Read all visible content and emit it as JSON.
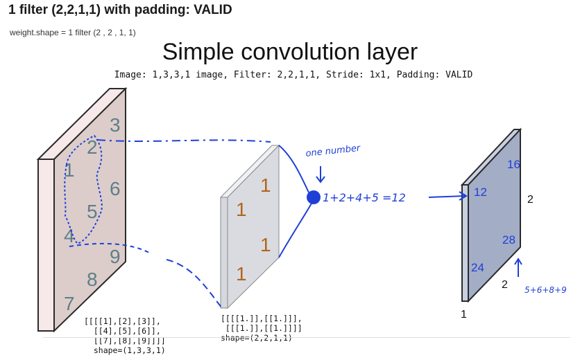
{
  "heading": "1 filter (2,2,1,1) with padding: VALID",
  "weight_shape_text": "weight.shape = 1 filter (2 , 2 , 1, 1)",
  "slide": {
    "title": "Simple convolution layer",
    "subtitle": "Image: 1,3,3,1 image, Filter: 2,2,1,1, Stride: 1x1, Padding: VALID"
  },
  "image_block": {
    "numbers": [
      "1",
      "2",
      "3",
      "4",
      "5",
      "6",
      "7",
      "8",
      "9"
    ],
    "array_lines": [
      "[[[[1],[2],[3]],",
      "  [[4],[5],[6]],",
      "  [[7],[8],[9]]]]",
      "  shape=(1,3,3,1)"
    ]
  },
  "filter_block": {
    "numbers": [
      "1",
      "1",
      "1",
      "1"
    ],
    "array_lines": [
      "[[[[1.]],[[1.]]],",
      " [[[1.]],[[1.]]]]",
      "shape=(2,2,1,1)"
    ]
  },
  "output_block": {
    "numbers": [
      "12",
      "16",
      "24",
      "28"
    ],
    "dim_right": "2",
    "dim_bottom": "2",
    "dim_left": "1"
  },
  "annotations": {
    "one_number": "one number",
    "equation": "1+2+4+5 =12",
    "sum_bottom": "5+6+8+9"
  },
  "colors": {
    "image_face": "#dccdcb",
    "image_side": "#f7e9e9",
    "filter_face": "#dadbe0",
    "output_face": "#a3adc6",
    "pen_blue": "#1f3fd6",
    "image_digits": "#5f7f87",
    "filter_digits": "#b0661f"
  }
}
